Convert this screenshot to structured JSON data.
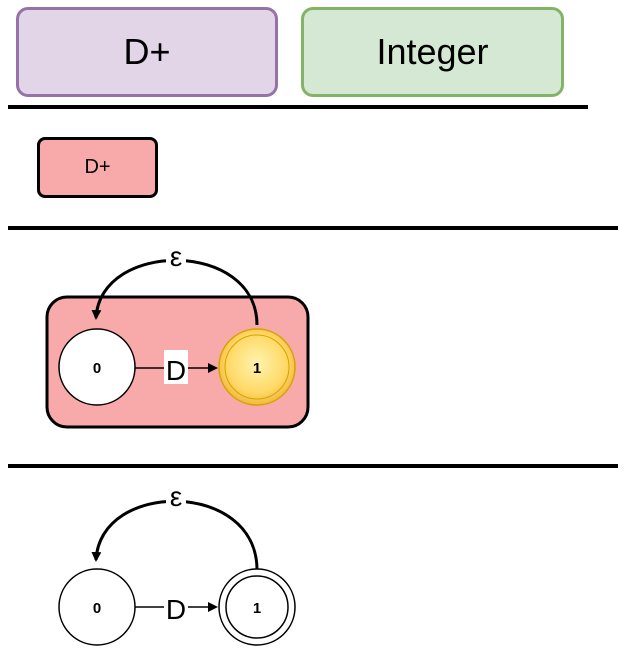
{
  "header": {
    "regex": "D+",
    "type": "Integer"
  },
  "token": {
    "label": "D+"
  },
  "nfa_boxed": {
    "states": [
      "0",
      "1"
    ],
    "transition_label": "D",
    "loop_label": "ε"
  },
  "nfa_plain": {
    "states": [
      "0",
      "1"
    ],
    "transition_label": "D",
    "loop_label": "ε"
  },
  "colors": {
    "regex_fill": "#e1d5e7",
    "regex_border": "#9673a6",
    "type_fill": "#d5e8d4",
    "type_border": "#82b366",
    "token_fill": "#f8a9a9",
    "accept_fill": "#ffd966"
  }
}
